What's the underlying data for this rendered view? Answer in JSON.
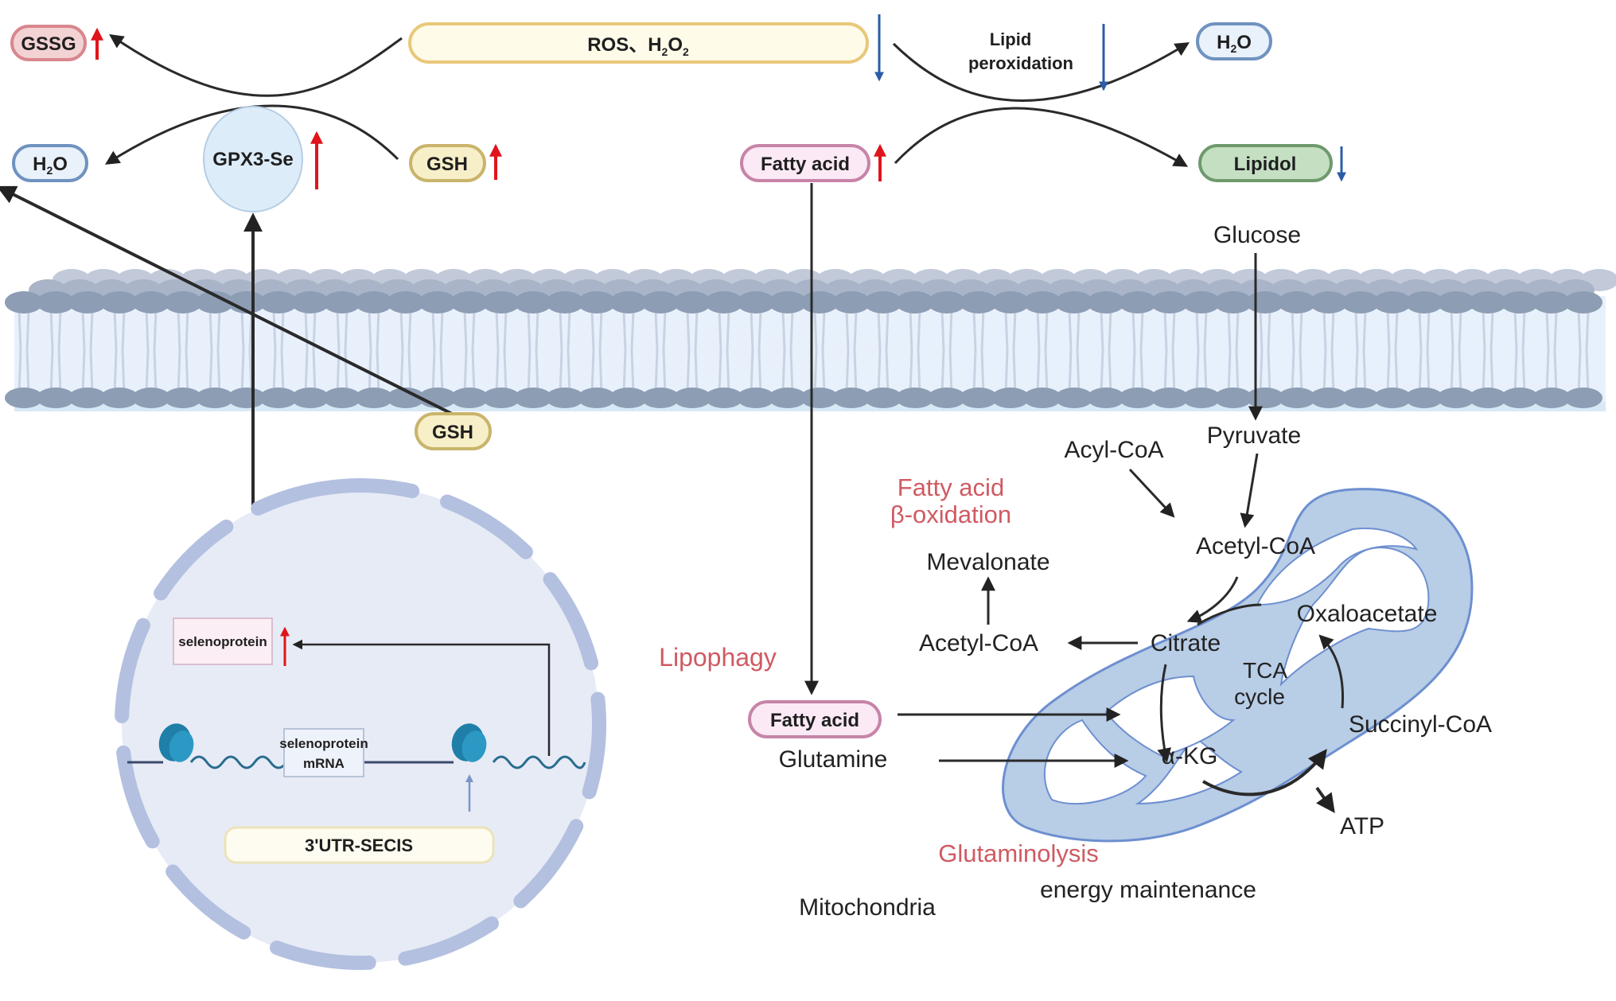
{
  "colors": {
    "up_arrow": "#e0141b",
    "down_arrow": "#2b5ca8",
    "membrane_head": "#8c9db4",
    "membrane_fill": "#e8f1fb",
    "mito_fill": "#b8cde6",
    "mito_stroke": "#6d8fd0",
    "nucleus_fill": "#e7ebf6",
    "nucleus_envelope": "#b3c0e0",
    "process_label": "#d05a62",
    "ribosome": "#1f7fa8"
  },
  "top_left_cycle": {
    "gssg": {
      "label": "GSSG",
      "trend": "up",
      "color": "#f3d2d4",
      "border": "#d9868d"
    },
    "ros": {
      "label": "ROS、H",
      "sub1": "2",
      "mid": "O",
      "sub2": "2",
      "trend": "down",
      "color": "#fffbe9",
      "border": "#e8c87a"
    },
    "h2o_left": {
      "label": "H",
      "sub": "2",
      "tail": "O",
      "color": "#e9f1fb",
      "border": "#6f93bf"
    },
    "gpx3": {
      "label": "GPX3-Se",
      "trend": "up"
    },
    "gsh_top": {
      "label": "GSH",
      "trend": "up",
      "color": "#f7efc8",
      "border": "#c9b46b"
    },
    "gsh_bottom": {
      "label": "GSH"
    }
  },
  "top_right_cycle": {
    "lipid_peroxidation": {
      "line1": "Lipid",
      "line2": "peroxidation",
      "trend": "down"
    },
    "h2o_right": {
      "label": "H",
      "sub": "2",
      "tail": "O"
    },
    "fatty_acid_top": {
      "label": "Fatty acid",
      "trend": "up",
      "color": "#fbe9f5",
      "border": "#c784a8"
    },
    "lipidol": {
      "label": "Lipidol",
      "trend": "down",
      "color": "#c5dfc3",
      "border": "#6f9a6c"
    }
  },
  "nucleus": {
    "selenoprotein": {
      "label": "selenoprotein",
      "trend": "up"
    },
    "mrna": {
      "line1": "selenoprotein",
      "line2": "mRNA"
    },
    "secis": {
      "label": "3'UTR-SECIS"
    }
  },
  "metabolism": {
    "glucose": "Glucose",
    "pyruvate": "Pyruvate",
    "acyl_coa": "Acyl-CoA",
    "acetyl_coa_mito": "Acetyl-CoA",
    "oxaloacetate": "Oxaloacetate",
    "citrate": "Citrate",
    "acetyl_coa_cyto": "Acetyl-CoA",
    "mevalonate": "Mevalonate",
    "tca_line1": "TCA",
    "tca_line2": "cycle",
    "akg": "α-KG",
    "succinyl_coa": "Succinyl-CoA",
    "atp": "ATP",
    "fatty_acid_lower": "Fatty acid",
    "glutamine": "Glutamine",
    "mitochondria": "Mitochondria",
    "energy_maintenance": "energy maintenance"
  },
  "process_labels": {
    "fa_beta_ox_line1": "Fatty acid",
    "fa_beta_ox_line2": "β-oxidation",
    "lipophagy": "Lipophagy",
    "glutaminolysis": "Glutaminolysis"
  }
}
